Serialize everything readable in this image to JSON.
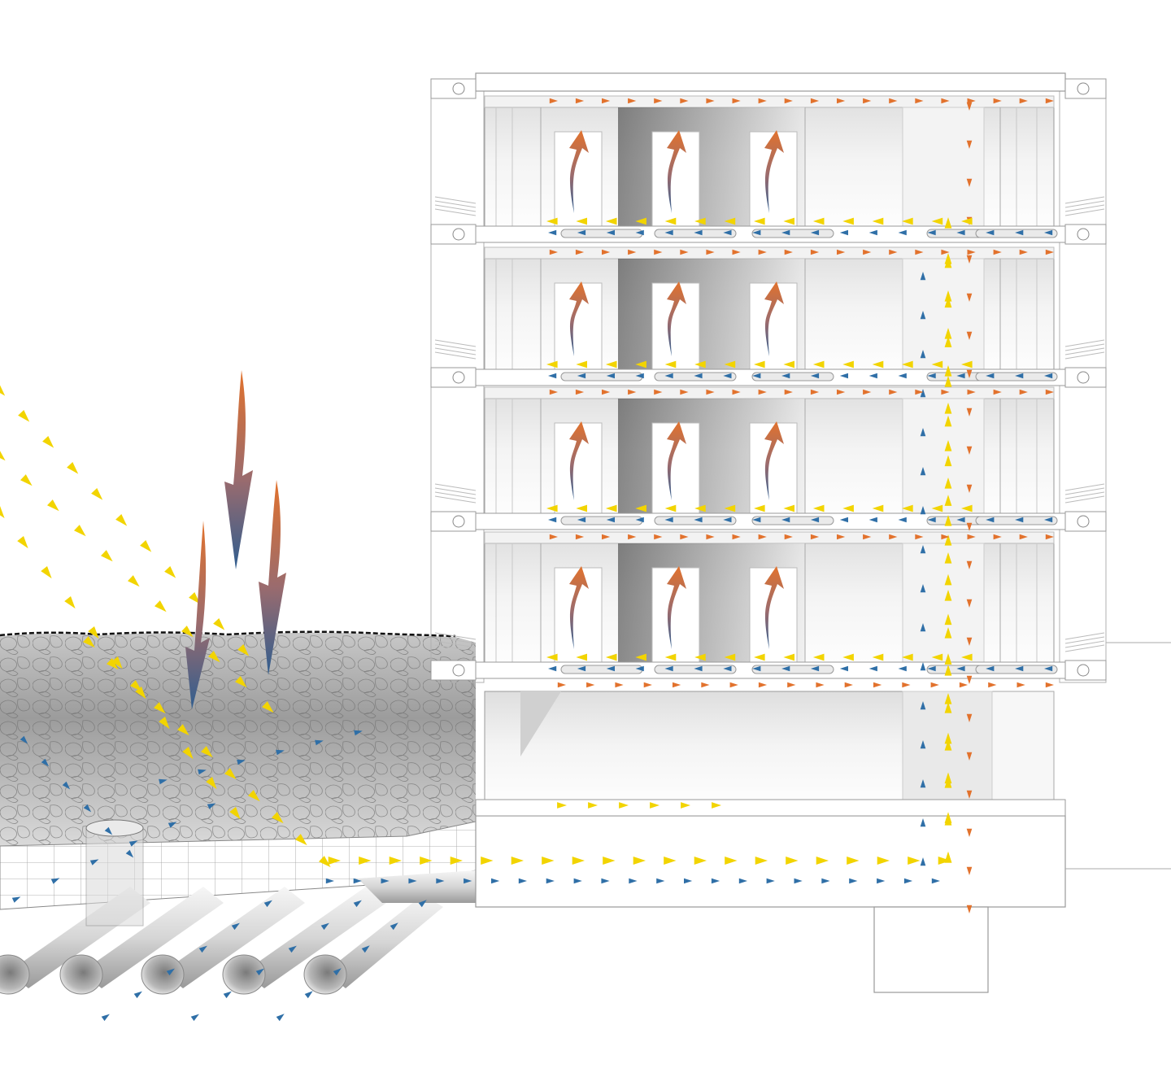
{
  "diagram": {
    "kind": "building-section-airflow",
    "floors_above_ground": 4,
    "ground_level": 1,
    "colors": {
      "sun": "#f2d400",
      "warm": "#e2722d",
      "cool": "#2f6fa7",
      "line": "#8c8c8c",
      "slab": "#ffffff",
      "ground_light": "#e4e4e4",
      "ground_dark": "#9a9a9a",
      "pipe": "#cfcfcf"
    },
    "icons": [
      "sun-ray-arrow",
      "warm-air-arrow",
      "cool-air-arrow",
      "heat-exchange-arrow",
      "ground-pipe-icon",
      "geothermal-well-icon"
    ]
  }
}
